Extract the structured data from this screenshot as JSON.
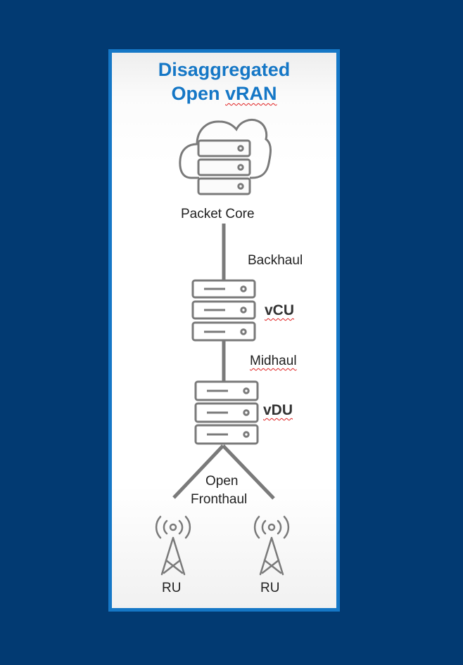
{
  "title": {
    "line1": "Disaggregated",
    "line2_plain": "Open ",
    "line2_flagged": "vRAN"
  },
  "nodes": {
    "packet_core": "Packet Core",
    "vcu": "vCU",
    "vdu": "vDU",
    "ru_left": "RU",
    "ru_right": "RU"
  },
  "links": {
    "backhaul": "Backhaul",
    "midhaul": "Midhaul",
    "fronthaul_line1": "Open",
    "fronthaul_line2": "Fronthaul"
  },
  "colors": {
    "background": "#023a72",
    "panel_border": "#1577c6",
    "title": "#1577c6",
    "icon_stroke": "#7a7a7a",
    "spellcheck_underline": "#e02020"
  }
}
